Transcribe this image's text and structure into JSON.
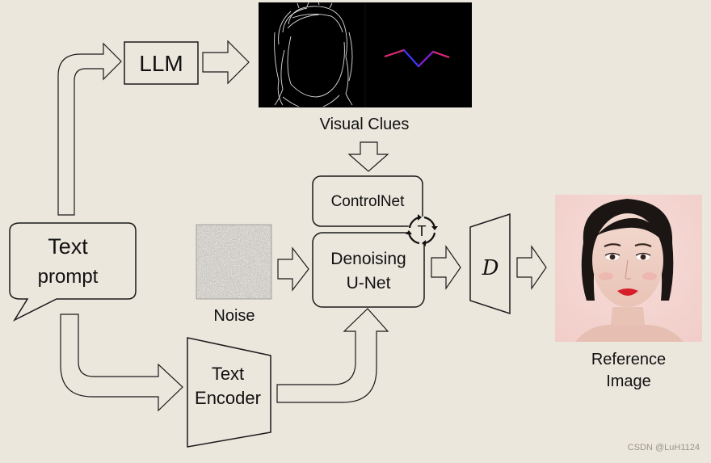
{
  "labels": {
    "text_prompt_line1": "Text",
    "text_prompt_line2": "prompt",
    "llm": "LLM",
    "visual_clues": "Visual Clues",
    "controlnet": "ControlNet",
    "t_symbol": "T",
    "denoising_line1": "Denoising",
    "denoising_line2": "U-Net",
    "noise": "Noise",
    "decoder": "D",
    "text_encoder_line1": "Text",
    "text_encoder_line2": "Encoder",
    "reference_line1": "Reference",
    "reference_line2": "Image"
  },
  "icons": {
    "cycle": "refresh-cycle-icon"
  },
  "watermark": "CSDN @LuH1124",
  "colors": {
    "background": "#ece7dd",
    "stroke": "#1a1a1a",
    "pose_line": "#8a1de0",
    "pose_accent": "#d62a6a"
  }
}
